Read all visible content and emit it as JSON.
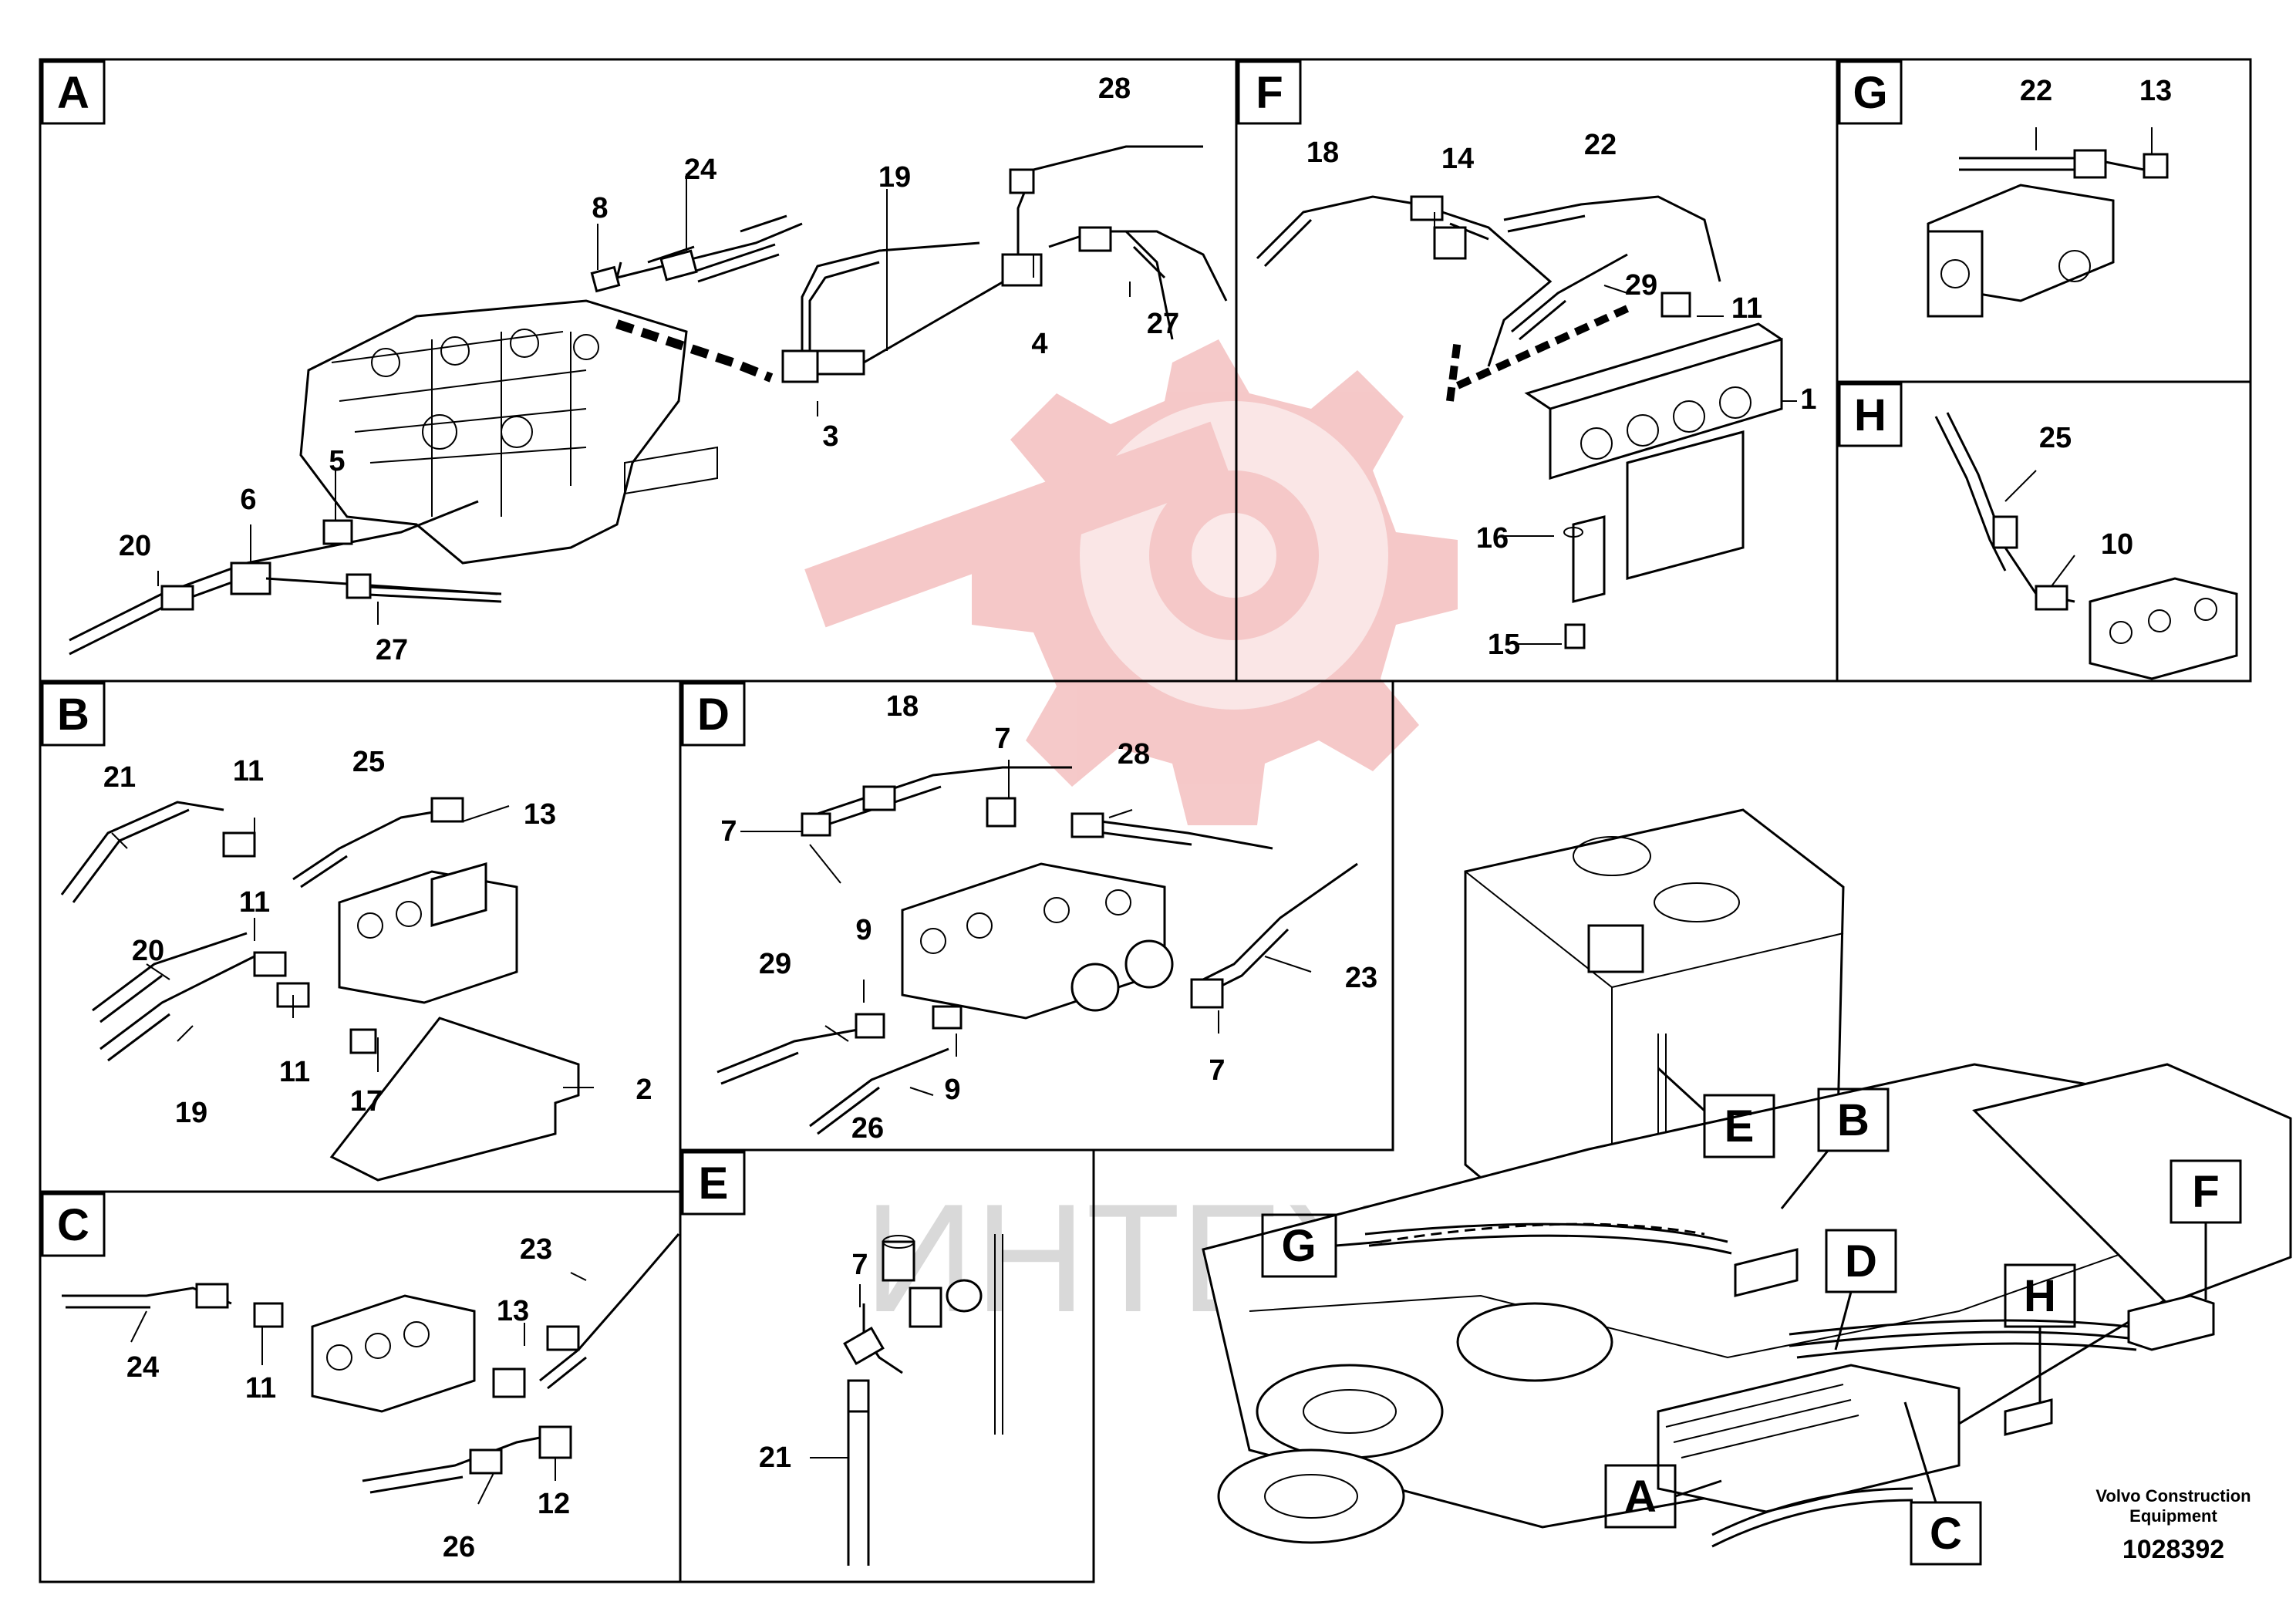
{
  "panels": {
    "A": {
      "label": "A",
      "numbers": [
        "28",
        "24",
        "19",
        "8",
        "4",
        "27",
        "3",
        "5",
        "6",
        "20",
        "27"
      ]
    },
    "F": {
      "label": "F",
      "numbers": [
        "18",
        "14",
        "22",
        "29",
        "11",
        "1",
        "16",
        "15"
      ]
    },
    "G": {
      "label": "G",
      "numbers": [
        "22",
        "13"
      ]
    },
    "H": {
      "label": "H",
      "numbers": [
        "25",
        "10"
      ]
    },
    "B": {
      "label": "B",
      "numbers": [
        "21",
        "11",
        "25",
        "13",
        "11",
        "20",
        "11",
        "19",
        "17",
        "2"
      ]
    },
    "D": {
      "label": "D",
      "numbers": [
        "18",
        "7",
        "28",
        "7",
        "29",
        "9",
        "23",
        "26",
        "9",
        "7"
      ]
    },
    "C": {
      "label": "C",
      "numbers": [
        "23",
        "24",
        "11",
        "13",
        "12",
        "26"
      ]
    },
    "E": {
      "label": "E",
      "numbers": [
        "7",
        "21"
      ]
    }
  },
  "overview_callouts": [
    "E",
    "B",
    "D",
    "F",
    "G",
    "H",
    "A",
    "C"
  ],
  "watermark": "ИНТЕХ",
  "footer": {
    "brand_line1": "Volvo Construction",
    "brand_line2": "Equipment",
    "drawing_no": "1028392"
  },
  "colors": {
    "watermark_logo": "#f4c3c3",
    "watermark_text": "#d9d9d9",
    "line": "#000000"
  }
}
